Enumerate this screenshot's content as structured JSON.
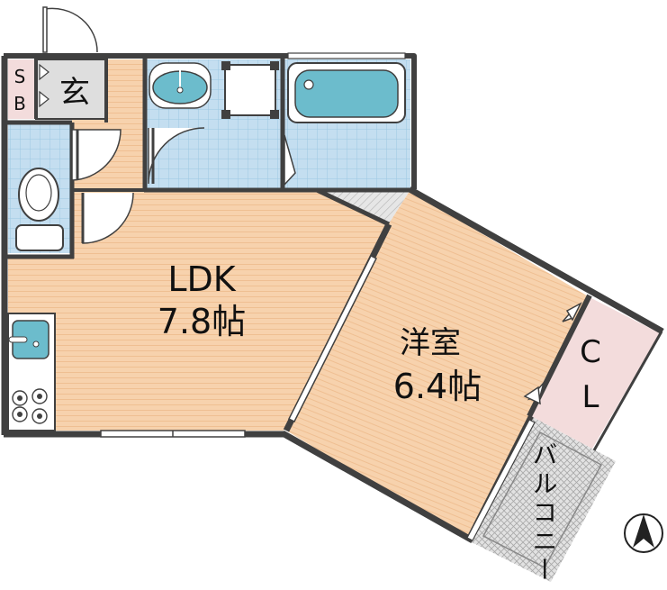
{
  "rooms": {
    "ldk": {
      "name": "LDK",
      "size": "7.8帖"
    },
    "western": {
      "name": "洋室",
      "size": "6.4帖"
    },
    "closet": {
      "line1": "C",
      "line2": "L"
    },
    "entrance": {
      "name": "玄"
    },
    "shoe_box": {
      "line1": "S",
      "line2": "B"
    },
    "balcony": {
      "name": "バルコニー"
    }
  },
  "colors": {
    "floor": "#f7d2ad",
    "floor_lines": "#efbf92",
    "wet_floor": "#bfdcec",
    "wet_grid": "#9cc8e2",
    "fixture_blue": "#6cbccc",
    "closet": "#f3dcdc",
    "balcony": "#dcdcdc",
    "wall": "#404040"
  },
  "icons": [
    "north-arrow-icon"
  ]
}
